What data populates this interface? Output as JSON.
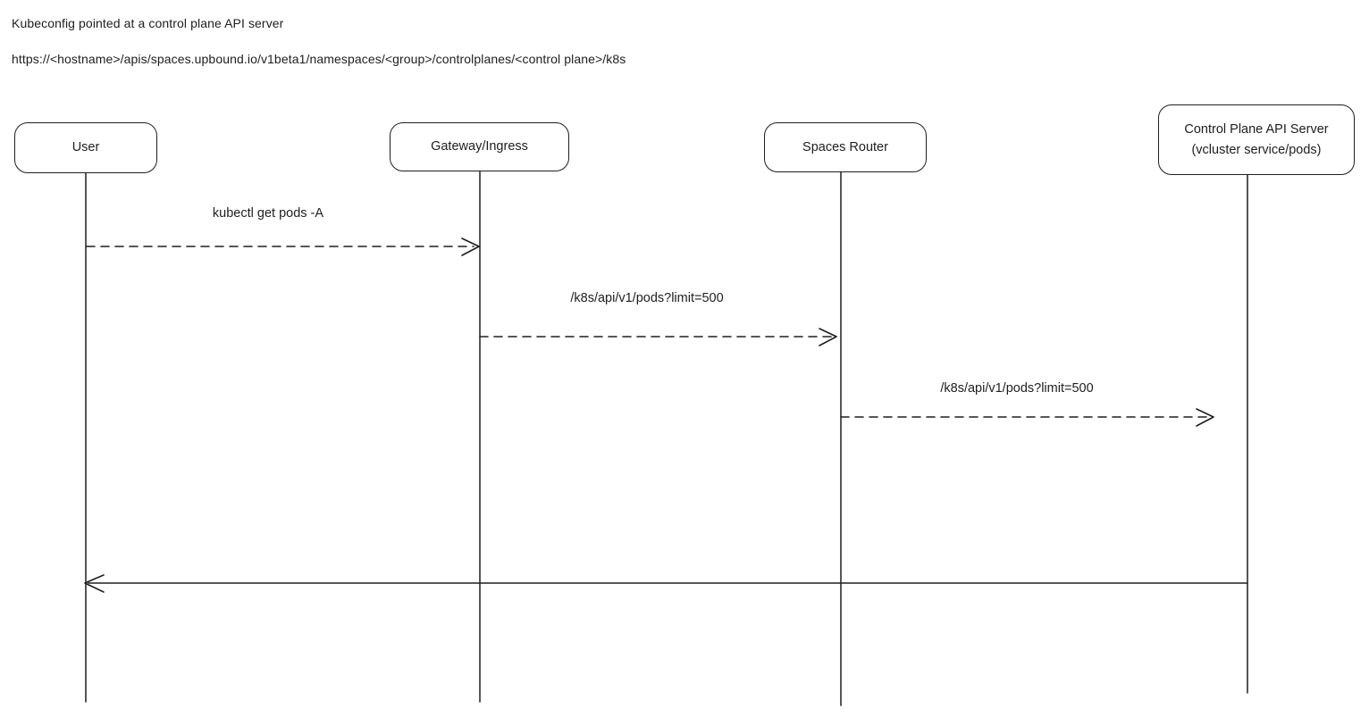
{
  "header": {
    "line1": "Kubeconfig pointed at a control plane API server",
    "line2": "https://<hostname>/apis/spaces.upbound.io/v1beta1/namespaces/<group>/controlplanes/<control plane>/k8s"
  },
  "colors": {
    "stroke": "#1e1e1e",
    "background": "#ffffff"
  },
  "diagram": {
    "type": "sequence-diagram",
    "style": "hand-drawn (excalidraw-like)",
    "actors": [
      {
        "id": "user",
        "label": "User"
      },
      {
        "id": "gateway",
        "label": "Gateway/Ingress"
      },
      {
        "id": "spaces-router",
        "label": "Spaces Router"
      },
      {
        "id": "control-plane",
        "label": "Control Plane API Server",
        "sublabel": "(vcluster service/pods)"
      }
    ],
    "messages": [
      {
        "from": "user",
        "to": "gateway",
        "label": "kubectl get pods -A",
        "line_style": "dashed",
        "direction": "right"
      },
      {
        "from": "gateway",
        "to": "spaces-router",
        "label": "/k8s/api/v1/pods?limit=500",
        "line_style": "dashed",
        "direction": "right"
      },
      {
        "from": "spaces-router",
        "to": "control-plane",
        "label": "/k8s/api/v1/pods?limit=500",
        "line_style": "dashed",
        "direction": "right"
      },
      {
        "from": "control-plane",
        "to": "user",
        "label": "",
        "line_style": "solid",
        "direction": "left"
      }
    ]
  }
}
